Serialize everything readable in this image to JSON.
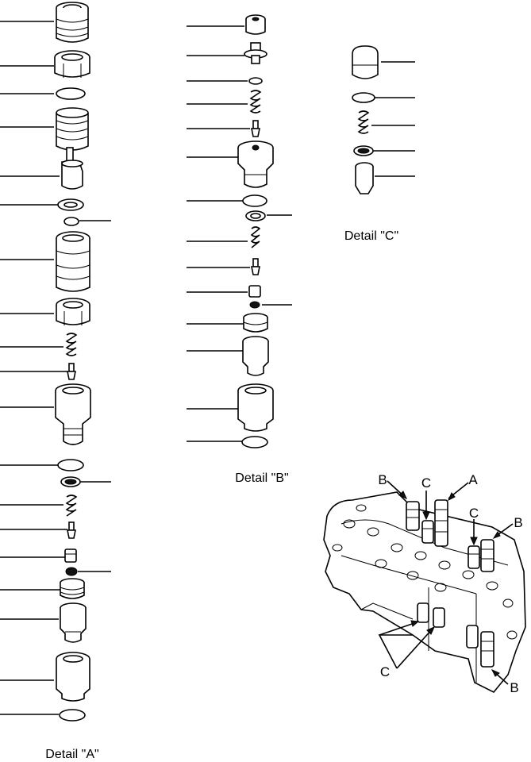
{
  "details": {
    "a": {
      "caption": "Detail \"A\""
    },
    "b": {
      "caption": "Detail \"B\""
    },
    "c": {
      "caption": "Detail \"C\""
    }
  },
  "callouts": {
    "b1": "B",
    "c1": "C",
    "a1": "A",
    "c2": "C",
    "b2": "B",
    "c3": "C",
    "b3": "B"
  }
}
